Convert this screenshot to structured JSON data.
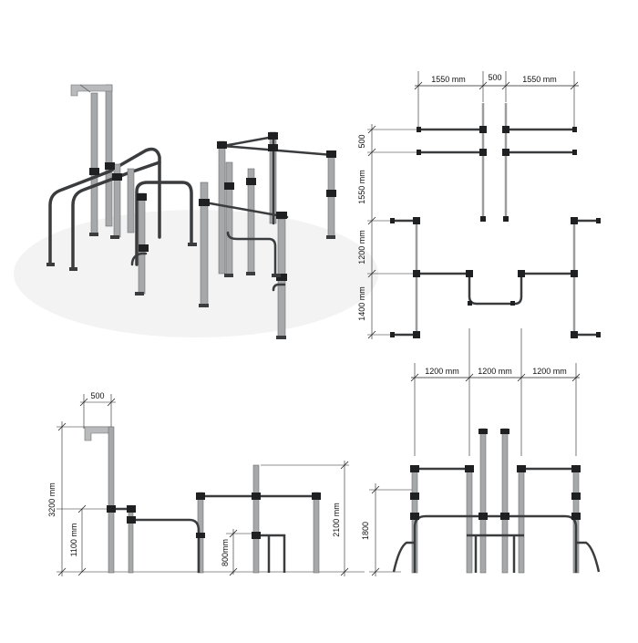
{
  "colors": {
    "post": "#a6a8aa",
    "post_edge": "#6d6f71",
    "bar": "#3a3c3e",
    "clamp": "#1f2022",
    "dim": "#222222"
  },
  "top_view": {
    "widths": [
      "1550 mm",
      "500",
      "1550 mm"
    ],
    "heights": [
      "500",
      "1550 mm",
      "1200 mm",
      "1400 mm"
    ]
  },
  "side_left": {
    "top_width": "500",
    "heights": [
      "3200 mm",
      "1100 mm",
      "2100 mm",
      "800mm"
    ]
  },
  "side_right": {
    "widths": [
      "1200 mm",
      "1200 mm",
      "1200 mm"
    ],
    "height": "1800"
  }
}
